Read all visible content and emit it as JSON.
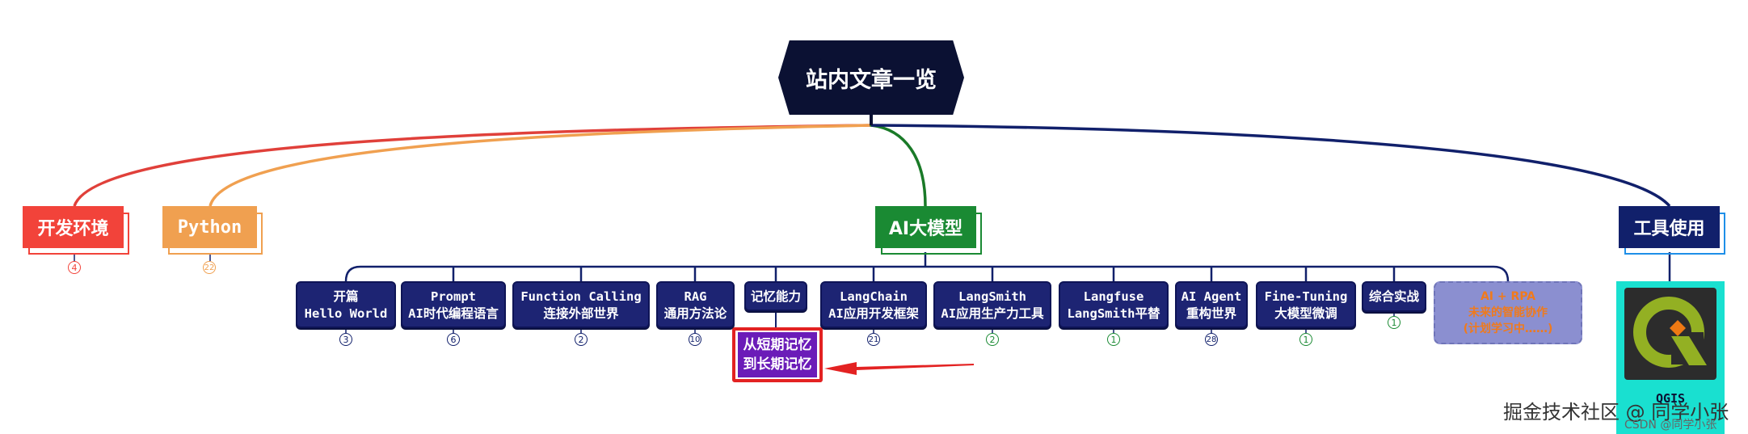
{
  "root": {
    "title": "站内文章一览"
  },
  "branches": {
    "dev_env": {
      "label": "开发环境",
      "count": "4",
      "color": "#f2433a"
    },
    "python": {
      "label": "Python",
      "count": "22",
      "color": "#f0a050"
    },
    "ai": {
      "label": "AI大模型",
      "color": "#1a8a33"
    },
    "tools": {
      "label": "工具使用",
      "color": "#11206b"
    }
  },
  "ai_children": [
    {
      "line1": "开篇",
      "line2": "Hello World",
      "count": "3"
    },
    {
      "line1": "Prompt",
      "line2": "AI时代编程语言",
      "count": "6"
    },
    {
      "line1": "Function Calling",
      "line2": "连接外部世界",
      "count": "2"
    },
    {
      "line1": "RAG",
      "line2": "通用方法论",
      "count": "10"
    },
    {
      "line1": "记忆能力",
      "line2": ""
    },
    {
      "line1": "LangChain",
      "line2": "AI应用开发框架",
      "count": "21"
    },
    {
      "line1": "LangSmith",
      "line2": "AI应用生产力工具",
      "count": "2"
    },
    {
      "line1": "Langfuse",
      "line2": "LangSmith平替",
      "count": "1"
    },
    {
      "line1": "AI Agent",
      "line2": "重构世界",
      "count": "28"
    },
    {
      "line1": "Fine-Tuning",
      "line2": "大模型微调",
      "count": "1"
    },
    {
      "line1": "综合实战",
      "line2": "",
      "count": "1"
    },
    {
      "line1": "AI + RPA",
      "line2": "未来的智能协作",
      "line3": "(计划学习中……)"
    }
  ],
  "memory_child": {
    "line1": "从短期记忆",
    "line2": "到长期记忆"
  },
  "tools_child": {
    "label": "QGIS"
  },
  "watermark": {
    "main": "掘金技术社区 @ 同学小张",
    "sub": "CSDN @同学小张"
  },
  "colors": {
    "root": "#0b1133",
    "node": "#1d2473",
    "highlight": "#e32222",
    "memory": "#6b1cb8",
    "rpa": "#8b8fd0",
    "rpa_text": "#f07a1c",
    "qgis_bg": "#19e0d0"
  }
}
